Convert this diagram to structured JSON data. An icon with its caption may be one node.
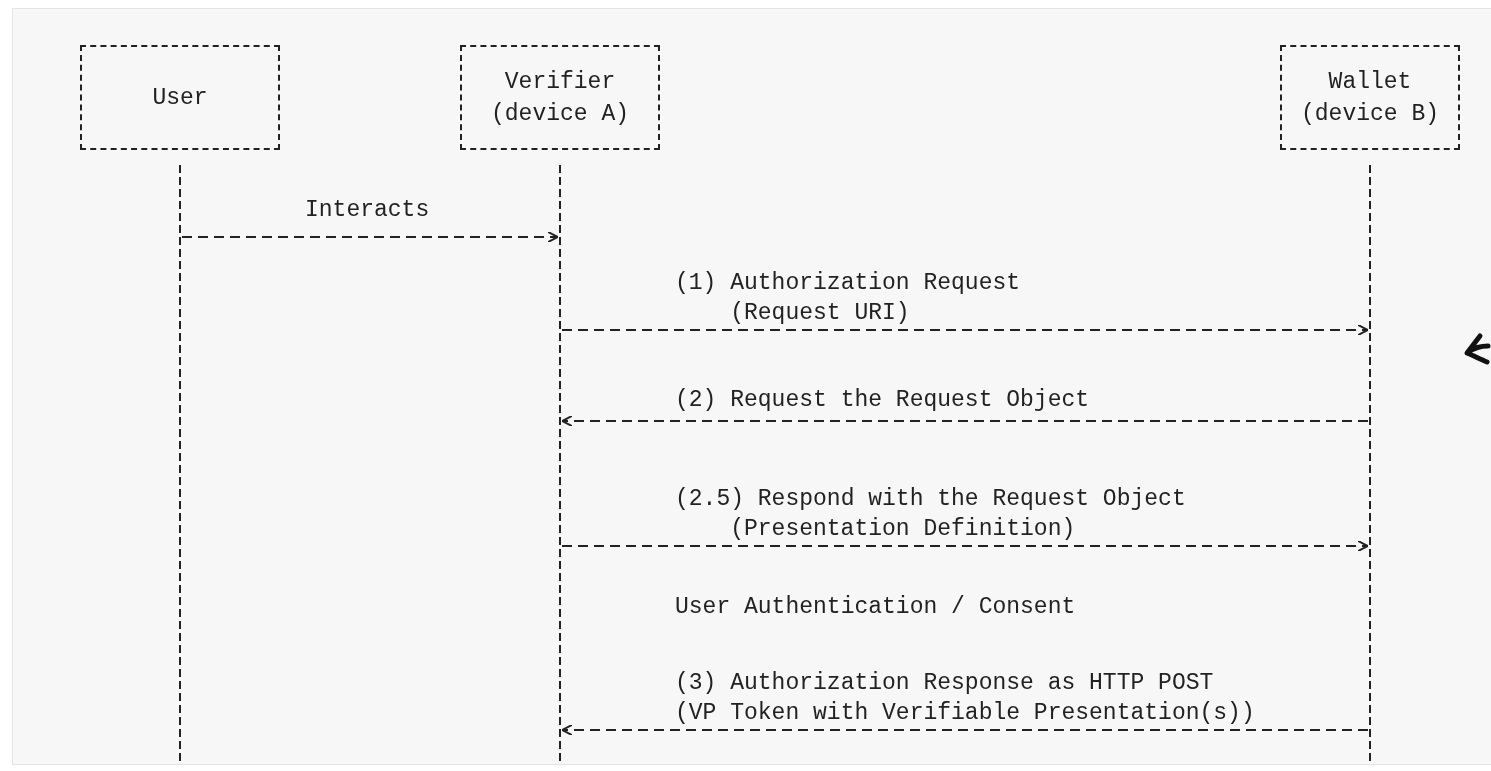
{
  "diagram": {
    "nodes": [
      {
        "text": [
          "User"
        ]
      },
      {
        "text": [
          "Verifier (device A)"
        ]
      },
      {
        "text": [
          "Wallet (device B)"
        ]
      }
    ],
    "edges": [
      {
        "from": 0,
        "to": 1,
        "arrow": "to",
        "label": "Interacts",
        "style": "dashed"
      },
      {
        "from": 1,
        "to": 2,
        "arrow": "to",
        "label": "(1) Authorization Request (Request URI)",
        "style": "dashed"
      },
      {
        "from": 2,
        "to": 1,
        "arrow": "to",
        "label": "(2) Request the Request Object",
        "style": "dashed"
      },
      {
        "from": 1,
        "to": 2,
        "arrow": "to",
        "label": "(2.5) Respond with the Request Object (Presentation Definition)",
        "style": "dashed"
      },
      {
        "from": 2,
        "to": 1,
        "arrow": "to",
        "label": "(3) Authorization Response as HTTP POST (VP Token with Verifiable Presentation(s))",
        "style": "dashed"
      }
    ],
    "labels": [
      "User Authentication / Consent"
    ]
  }
}
